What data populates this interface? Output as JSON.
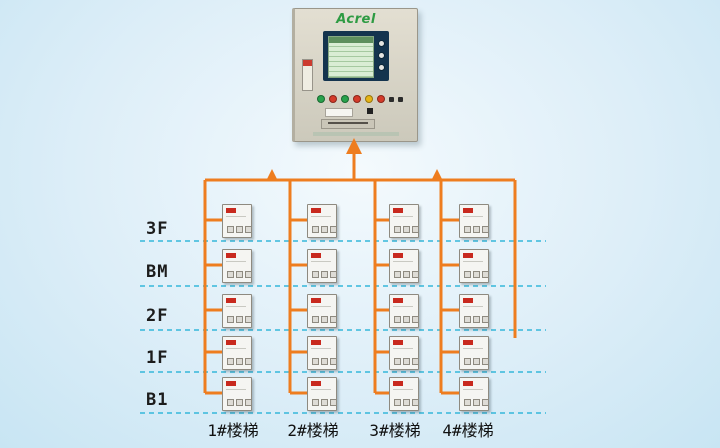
{
  "panel": {
    "brand": "Acrel",
    "leds": [
      "#28a24c",
      "#d43b2a",
      "#28a24c",
      "#d43b2a",
      "#e7b416",
      "#d43b2a"
    ]
  },
  "floors": [
    "3F",
    "BM",
    "2F",
    "1F",
    "B1"
  ],
  "stairways": [
    "1#楼梯",
    "2#楼梯",
    "3#楼梯",
    "4#楼梯"
  ],
  "grid": {
    "rows": 5,
    "cols": 4
  },
  "colors": {
    "bus": "#ee7d1f",
    "floor_line": "#35b7da",
    "brand_green": "#2e9b43",
    "device_chip": "#c8291e"
  }
}
